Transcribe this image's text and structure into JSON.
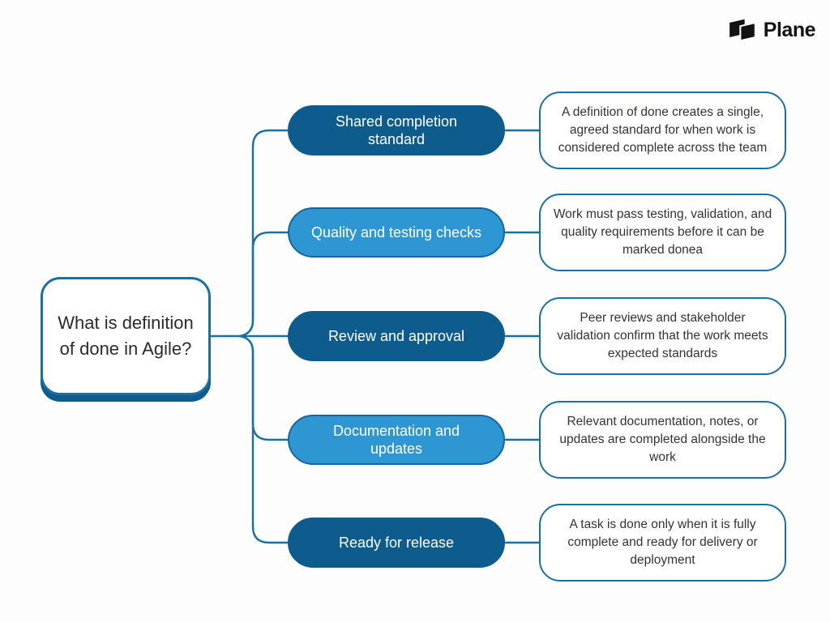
{
  "logo": {
    "brand": "Plane"
  },
  "colors": {
    "dark_blue": "#0d5c8d",
    "light_blue": "#2e96d2",
    "line_blue": "#1b6fa3",
    "text_dark": "#2b2b2b",
    "background": "#fdfdfd"
  },
  "central": {
    "title": "What is definition of done in Agile?"
  },
  "branches": [
    {
      "label": "Shared completion standard",
      "description": "A definition of done creates a single, agreed standard for when work is considered complete across the team",
      "variant": "dark"
    },
    {
      "label": "Quality and testing checks",
      "description": "Work must pass testing, validation, and quality requirements before it can be marked donea",
      "variant": "light"
    },
    {
      "label": "Review and approval",
      "description": "Peer reviews and stakeholder validation confirm that the work meets expected standards",
      "variant": "dark"
    },
    {
      "label": "Documentation and updates",
      "description": "Relevant documentation, notes, or updates are completed alongside the work",
      "variant": "light"
    },
    {
      "label": "Ready for release",
      "description": "A task is done only when it is fully complete and ready for delivery or deployment",
      "variant": "dark"
    }
  ]
}
